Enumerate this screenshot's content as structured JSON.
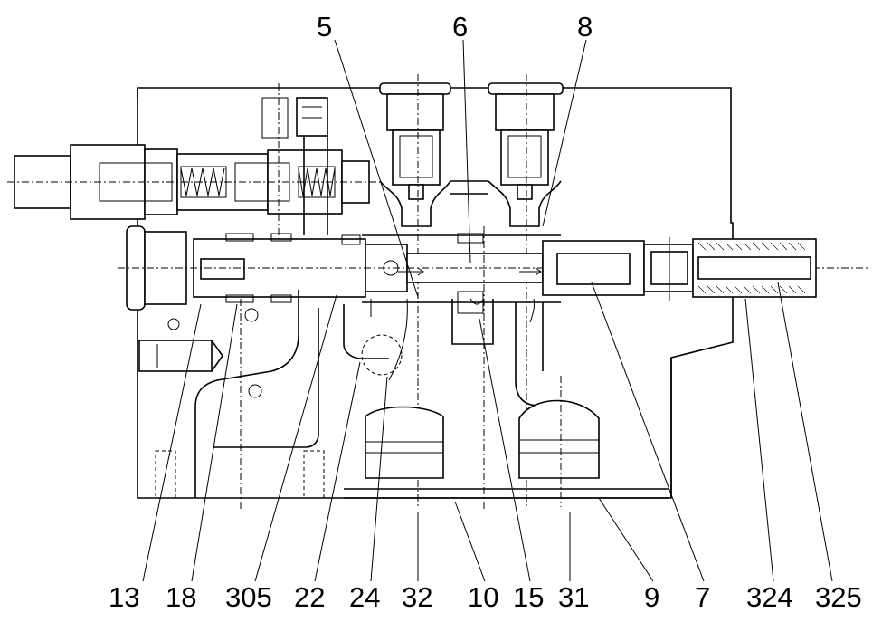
{
  "top_labels": [
    "5",
    "6",
    "8"
  ],
  "bottom_labels": [
    "13",
    "18",
    "305",
    "22",
    "24",
    "32",
    "10",
    "15",
    "31",
    "9",
    "7",
    "324",
    "325"
  ]
}
